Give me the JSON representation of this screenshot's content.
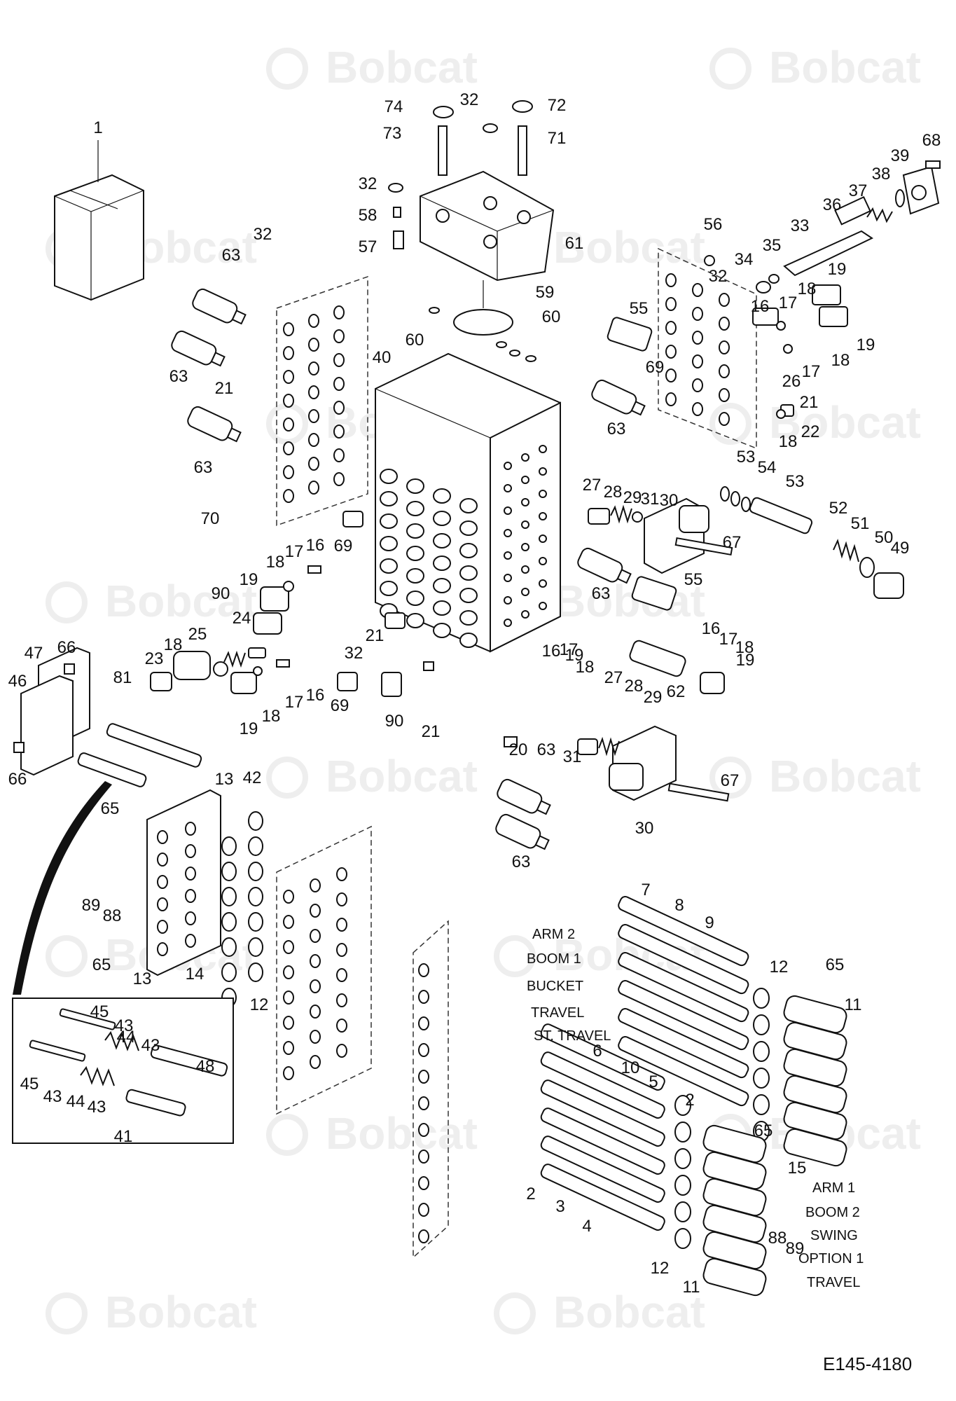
{
  "brand": {
    "watermark": "Bobcat"
  },
  "reference": "E145-4180",
  "callouts": [
    {
      "id": "c1",
      "text": "1"
    },
    {
      "id": "c74",
      "text": "74"
    },
    {
      "id": "c32a",
      "text": "32"
    },
    {
      "id": "c72",
      "text": "72"
    },
    {
      "id": "c73",
      "text": "73"
    },
    {
      "id": "c71",
      "text": "71"
    },
    {
      "id": "c68",
      "text": "68"
    },
    {
      "id": "c39",
      "text": "39"
    },
    {
      "id": "c38",
      "text": "38"
    },
    {
      "id": "c37",
      "text": "37"
    },
    {
      "id": "c36",
      "text": "36"
    },
    {
      "id": "c32b",
      "text": "32"
    },
    {
      "id": "c58",
      "text": "58"
    },
    {
      "id": "c57",
      "text": "57"
    },
    {
      "id": "c61",
      "text": "61"
    },
    {
      "id": "c56",
      "text": "56"
    },
    {
      "id": "c33",
      "text": "33"
    },
    {
      "id": "c35",
      "text": "35"
    },
    {
      "id": "c34",
      "text": "34"
    },
    {
      "id": "c32c",
      "text": "32"
    },
    {
      "id": "c63a",
      "text": "63"
    },
    {
      "id": "c32d",
      "text": "32"
    },
    {
      "id": "c59",
      "text": "59"
    },
    {
      "id": "c60a",
      "text": "60"
    },
    {
      "id": "c60b",
      "text": "60"
    },
    {
      "id": "c55a",
      "text": "55"
    },
    {
      "id": "c19a",
      "text": "19"
    },
    {
      "id": "c16a",
      "text": "16"
    },
    {
      "id": "c17a",
      "text": "17"
    },
    {
      "id": "c18a",
      "text": "18"
    },
    {
      "id": "c19b",
      "text": "19"
    },
    {
      "id": "c63b",
      "text": "63"
    },
    {
      "id": "c21a",
      "text": "21"
    },
    {
      "id": "c40",
      "text": "40"
    },
    {
      "id": "c69a",
      "text": "69"
    },
    {
      "id": "c26",
      "text": "26"
    },
    {
      "id": "c17b",
      "text": "17"
    },
    {
      "id": "c18b",
      "text": "18"
    },
    {
      "id": "c63c",
      "text": "63"
    },
    {
      "id": "c21b",
      "text": "21"
    },
    {
      "id": "c22",
      "text": "22"
    },
    {
      "id": "c18c",
      "text": "18"
    },
    {
      "id": "c63d",
      "text": "63"
    },
    {
      "id": "c53a",
      "text": "53"
    },
    {
      "id": "c54",
      "text": "54"
    },
    {
      "id": "c53b",
      "text": "53"
    },
    {
      "id": "c27a",
      "text": "27"
    },
    {
      "id": "c28a",
      "text": "28"
    },
    {
      "id": "c29a",
      "text": "29"
    },
    {
      "id": "c31a",
      "text": "31"
    },
    {
      "id": "c30a",
      "text": "30"
    },
    {
      "id": "c70",
      "text": "70"
    },
    {
      "id": "c52",
      "text": "52"
    },
    {
      "id": "c51",
      "text": "51"
    },
    {
      "id": "c50",
      "text": "50"
    },
    {
      "id": "c49",
      "text": "49"
    },
    {
      "id": "c69b",
      "text": "69"
    },
    {
      "id": "c16b",
      "text": "16"
    },
    {
      "id": "c17c",
      "text": "17"
    },
    {
      "id": "c18d",
      "text": "18"
    },
    {
      "id": "c67a",
      "text": "67"
    },
    {
      "id": "c19c",
      "text": "19"
    },
    {
      "id": "c63e",
      "text": "63"
    },
    {
      "id": "c55b",
      "text": "55"
    },
    {
      "id": "c90a",
      "text": "90"
    },
    {
      "id": "c24",
      "text": "24"
    },
    {
      "id": "c32e",
      "text": "32"
    },
    {
      "id": "c21c",
      "text": "21"
    },
    {
      "id": "c16c",
      "text": "16"
    },
    {
      "id": "c17d",
      "text": "17"
    },
    {
      "id": "c18e",
      "text": "18"
    },
    {
      "id": "c47",
      "text": "47"
    },
    {
      "id": "c66a",
      "text": "66"
    },
    {
      "id": "c25",
      "text": "25"
    },
    {
      "id": "c18f",
      "text": "18"
    },
    {
      "id": "c81",
      "text": "81"
    },
    {
      "id": "c23",
      "text": "23"
    },
    {
      "id": "c16d",
      "text": "16"
    },
    {
      "id": "c17e",
      "text": "17"
    },
    {
      "id": "c18g",
      "text": "18"
    },
    {
      "id": "c19d",
      "text": "19"
    },
    {
      "id": "c19e",
      "text": "19"
    },
    {
      "id": "c46",
      "text": "46"
    },
    {
      "id": "c17f",
      "text": "17"
    },
    {
      "id": "c16e",
      "text": "16"
    },
    {
      "id": "c62",
      "text": "62"
    },
    {
      "id": "c19f",
      "text": "19"
    },
    {
      "id": "c18h",
      "text": "18"
    },
    {
      "id": "c69c",
      "text": "69"
    },
    {
      "id": "c90b",
      "text": "90"
    },
    {
      "id": "c21d",
      "text": "21"
    },
    {
      "id": "c27b",
      "text": "27"
    },
    {
      "id": "c28b",
      "text": "28"
    },
    {
      "id": "c29b",
      "text": "29"
    },
    {
      "id": "c20",
      "text": "20"
    },
    {
      "id": "c63f",
      "text": "63"
    },
    {
      "id": "c31b",
      "text": "31"
    },
    {
      "id": "c66b",
      "text": "66"
    },
    {
      "id": "c13a",
      "text": "13"
    },
    {
      "id": "c42",
      "text": "42"
    },
    {
      "id": "c67b",
      "text": "67"
    },
    {
      "id": "c30b",
      "text": "30"
    },
    {
      "id": "c63g",
      "text": "63"
    },
    {
      "id": "c65a",
      "text": "65"
    },
    {
      "id": "c89a",
      "text": "89"
    },
    {
      "id": "c88a",
      "text": "88"
    },
    {
      "id": "c65b",
      "text": "65"
    },
    {
      "id": "c13b",
      "text": "13"
    },
    {
      "id": "c14",
      "text": "14"
    },
    {
      "id": "c12a",
      "text": "12"
    },
    {
      "id": "c7",
      "text": "7"
    },
    {
      "id": "c8",
      "text": "8"
    },
    {
      "id": "c9",
      "text": "9"
    },
    {
      "id": "c12b",
      "text": "12"
    },
    {
      "id": "c65c",
      "text": "65"
    },
    {
      "id": "c11a",
      "text": "11"
    },
    {
      "id": "c45a",
      "text": "45"
    },
    {
      "id": "c43a",
      "text": "43"
    },
    {
      "id": "c44a",
      "text": "44"
    },
    {
      "id": "c43b",
      "text": "43"
    },
    {
      "id": "c48",
      "text": "48"
    },
    {
      "id": "c45b",
      "text": "45"
    },
    {
      "id": "c43c",
      "text": "43"
    },
    {
      "id": "c44b",
      "text": "44"
    },
    {
      "id": "c43d",
      "text": "43"
    },
    {
      "id": "c41",
      "text": "41"
    },
    {
      "id": "c6",
      "text": "6"
    },
    {
      "id": "c10",
      "text": "10"
    },
    {
      "id": "c5",
      "text": "5"
    },
    {
      "id": "c2a",
      "text": "2"
    },
    {
      "id": "c65d",
      "text": "65"
    },
    {
      "id": "c15",
      "text": "15"
    },
    {
      "id": "c2b",
      "text": "2"
    },
    {
      "id": "c3",
      "text": "3"
    },
    {
      "id": "c4",
      "text": "4"
    },
    {
      "id": "c88b",
      "text": "88"
    },
    {
      "id": "c89b",
      "text": "89"
    },
    {
      "id": "c12c",
      "text": "12"
    },
    {
      "id": "c11b",
      "text": "11"
    }
  ],
  "labels": [
    {
      "id": "arm2",
      "text": "ARM 2"
    },
    {
      "id": "boom1",
      "text": "BOOM 1"
    },
    {
      "id": "bucket",
      "text": "BUCKET"
    },
    {
      "id": "travel1",
      "text": "TRAVEL"
    },
    {
      "id": "sttravel",
      "text": "ST. TRAVEL"
    },
    {
      "id": "arm1",
      "text": "ARM 1"
    },
    {
      "id": "boom2",
      "text": "BOOM 2"
    },
    {
      "id": "swing",
      "text": "SWING"
    },
    {
      "id": "option1",
      "text": "OPTION 1"
    },
    {
      "id": "travel2",
      "text": "TRAVEL"
    }
  ]
}
